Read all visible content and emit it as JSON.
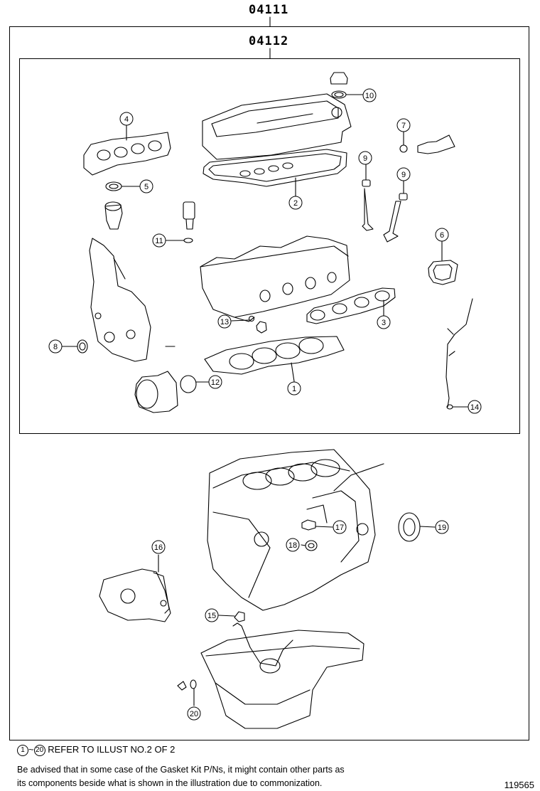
{
  "header": {
    "kit_code": "04111",
    "sub_kit_code": "04112"
  },
  "callouts": [
    "1",
    "2",
    "3",
    "4",
    "5",
    "6",
    "7",
    "8",
    "9",
    "9",
    "10",
    "11",
    "12",
    "13",
    "14",
    "15",
    "16",
    "17",
    "18",
    "19",
    "20"
  ],
  "footer": {
    "range_start": "1",
    "range_tilde": "~",
    "range_end": "20",
    "refer_text": "REFER TO ILLUST NO.2 OF 2",
    "advice_line1": "Be advised that in some case of the Gasket Kit P/Ns,  it might contain other parts as",
    "advice_line2": "its components beside what is shown in the illustration due to commonization.",
    "illustration_number": "119565"
  }
}
